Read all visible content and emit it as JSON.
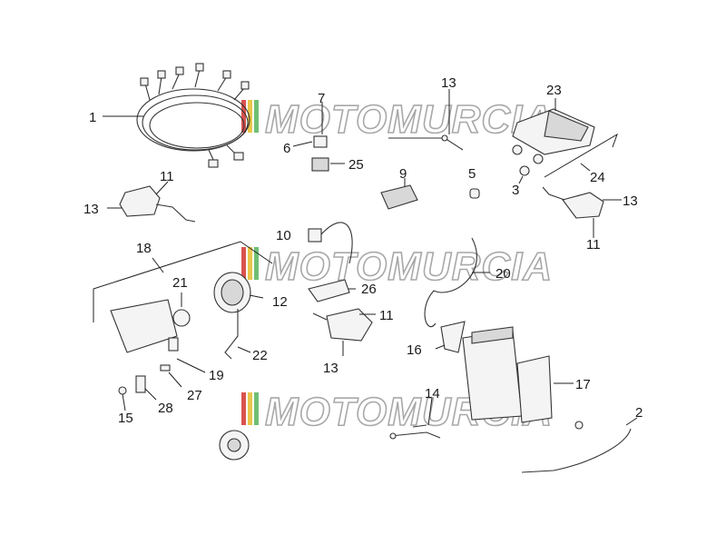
{
  "watermark": {
    "text": "MOTOMURCIA",
    "colors": {
      "red": "#d9534f",
      "yellow": "#e8c64a",
      "green": "#6fbf73"
    }
  },
  "callouts": {
    "c1": "1",
    "c2": "2",
    "c3": "3",
    "c5": "5",
    "c6": "6",
    "c7": "7",
    "c9": "9",
    "c10": "10",
    "c11a": "11",
    "c11b": "11",
    "c11c": "11",
    "c12": "12",
    "c13a": "13",
    "c13b": "13",
    "c13c": "13",
    "c13d": "13",
    "c14": "14",
    "c15": "15",
    "c16": "16",
    "c17": "17",
    "c18": "18",
    "c19": "19",
    "c20": "20",
    "c21": "21",
    "c22": "22",
    "c23": "23",
    "c24": "24",
    "c25": "25",
    "c26": "26",
    "c27": "27",
    "c28": "28"
  }
}
